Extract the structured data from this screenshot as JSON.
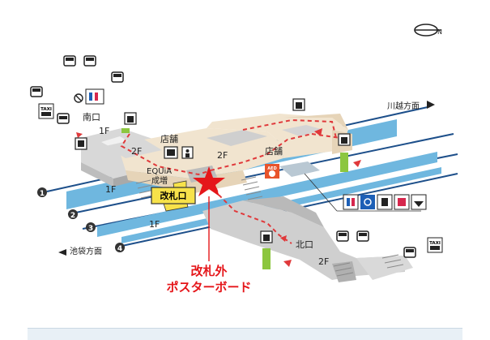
{
  "map": {
    "floors": {
      "f1_a": "1F",
      "f2_a": "2F",
      "f2_b": "2F",
      "f1_b": "1F",
      "f1_c": "1F",
      "f2_c": "2F"
    },
    "areas": {
      "shop_1": "店舗",
      "shop_2": "店舗",
      "equia_line1": "EQUiA",
      "equia_line2": "成増",
      "south_exit": "南口",
      "north_exit": "北口"
    },
    "directions": {
      "kawagoe": "川越方面",
      "ikebukuro": "池袋方面"
    },
    "platforms": [
      "1",
      "2",
      "3",
      "4"
    ],
    "gate_label": "改札口",
    "poster_label_line1": "改札外",
    "poster_label_line2": "ポスターボード",
    "taxi": "TAXI",
    "aed": "AED"
  },
  "colors": {
    "track_blue": "#1d4f8a",
    "platform_blue": "#6fb7df",
    "floor_gray": "#d8d8d8",
    "concourse_beige": "#f1e4cf",
    "route_red": "#e0393b",
    "star_red": "#e5161a",
    "gate_yellow": "#f7e24a",
    "elevator_green": "#8cc63f"
  }
}
